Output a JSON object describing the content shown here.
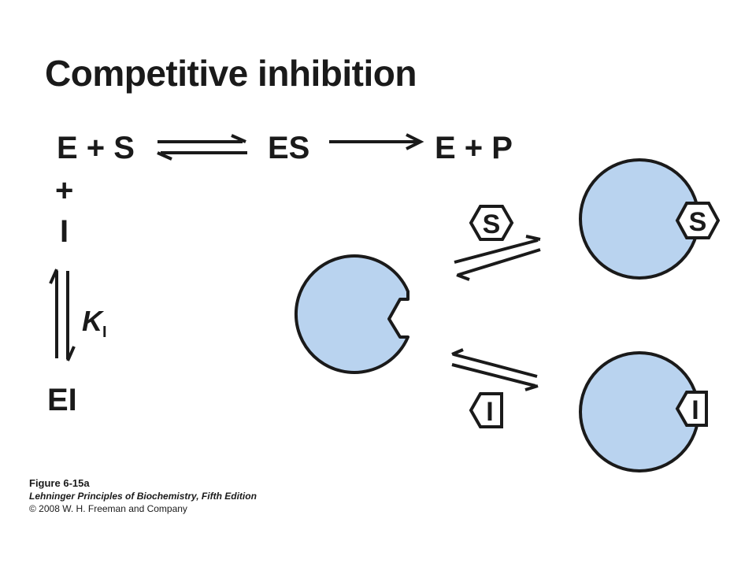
{
  "title": "Competitive inhibition",
  "reaction": {
    "e_plus_s": "E + S",
    "es": "ES",
    "e_plus_p": "E + P",
    "plus": "+",
    "inhibitor": "I",
    "ki_letter": "K",
    "ki_sub": "I",
    "ei": "EI"
  },
  "diagram": {
    "substrate_label": "S",
    "inhibitor_label": "I",
    "enzyme_fill": "#b9d3ef",
    "stroke": "#1a1a1a"
  },
  "caption": {
    "figure": "Figure 6-15a",
    "book": "Lehninger Principles of Biochemistry, Fifth Edition",
    "copyright": "© 2008 W. H. Freeman and Company"
  }
}
